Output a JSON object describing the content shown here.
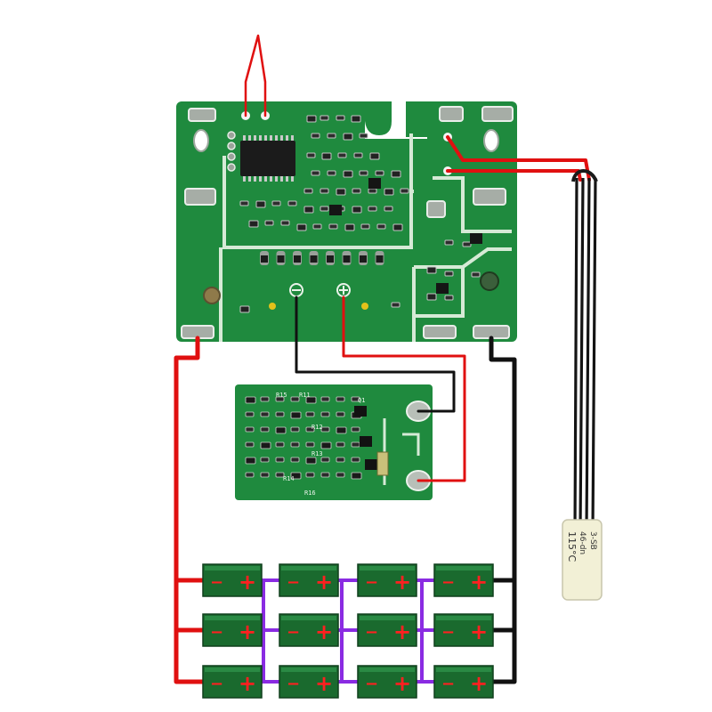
{
  "colors": {
    "pcb": "#1f8a3e",
    "pcb_dark": "#166a2e",
    "pcb_trace": "#cfe6cf",
    "pad": "#9aa39a",
    "wire_red": "#e01010",
    "wire_black": "#111111",
    "wire_purple": "#8a2be2",
    "cell_green": "#1a6a2e",
    "cell_sign_red": "#ff2020",
    "thermistor_body": "#f2f0d6"
  },
  "icons": {
    "terminal_minus": "circle-minus-icon",
    "terminal_plus": "circle-plus-icon"
  },
  "small_board": {
    "silk_labels": [
      "R15",
      "R11",
      "Q1",
      "R12",
      "R13",
      "R14",
      "R16"
    ]
  },
  "thermistor": {
    "lines": [
      "3-SB",
      "46-dn",
      "115°C"
    ]
  },
  "cells": {
    "rows": 3,
    "columns": 4,
    "minus_sign": "−",
    "plus_sign": "+"
  }
}
